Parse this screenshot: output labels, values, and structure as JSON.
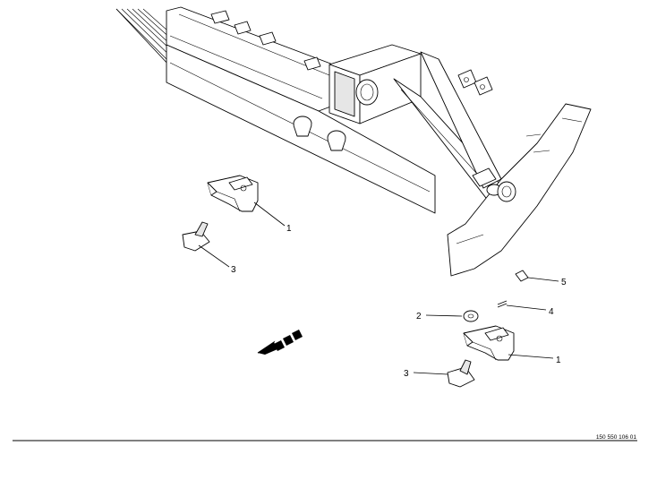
{
  "callouts": {
    "part1_upper": "1",
    "part3_upper": "3",
    "part5": "5",
    "part4": "4",
    "part2": "2",
    "part1_lower": "1",
    "part3_lower": "3"
  },
  "document_number": "150 550 106 01",
  "icons": {
    "direction_arrow": "dashed-arrow-left-down-icon"
  }
}
